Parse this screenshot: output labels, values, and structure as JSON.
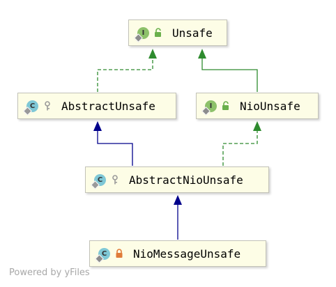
{
  "nodes": {
    "unsafe": {
      "label": "Unsafe",
      "kind": "interface",
      "badge": "I",
      "visibility": "public-open-lock"
    },
    "abstract_unsafe": {
      "label": "AbstractUnsafe",
      "kind": "abstract-class",
      "badge": "C",
      "visibility": "package-key"
    },
    "nio_unsafe": {
      "label": "NioUnsafe",
      "kind": "interface",
      "badge": "I",
      "visibility": "public-open-lock"
    },
    "abstract_nio_unsafe": {
      "label": "AbstractNioUnsafe",
      "kind": "abstract-class",
      "badge": "C",
      "visibility": "package-key"
    },
    "nio_message_unsafe": {
      "label": "NioMessageUnsafe",
      "kind": "class",
      "badge": "C",
      "visibility": "private-lock"
    }
  },
  "edges": [
    {
      "from": "abstract_unsafe",
      "to": "unsafe",
      "type": "implements",
      "color": "#2e8b2e"
    },
    {
      "from": "nio_unsafe",
      "to": "unsafe",
      "type": "extends-interface",
      "color": "#2e8b2e"
    },
    {
      "from": "abstract_nio_unsafe",
      "to": "abstract_unsafe",
      "type": "extends",
      "color": "#00008b"
    },
    {
      "from": "abstract_nio_unsafe",
      "to": "nio_unsafe",
      "type": "implements",
      "color": "#2e8b2e"
    },
    {
      "from": "nio_message_unsafe",
      "to": "abstract_nio_unsafe",
      "type": "extends",
      "color": "#00008b"
    }
  ],
  "colors": {
    "interface_badge": "#8dc16a",
    "class_badge": "#7fc8d6",
    "node_fill": "#fdfde6",
    "implements_edge": "#2e8b2e",
    "extends_edge": "#00008b"
  },
  "footer": {
    "text": "Powered by yFiles"
  }
}
